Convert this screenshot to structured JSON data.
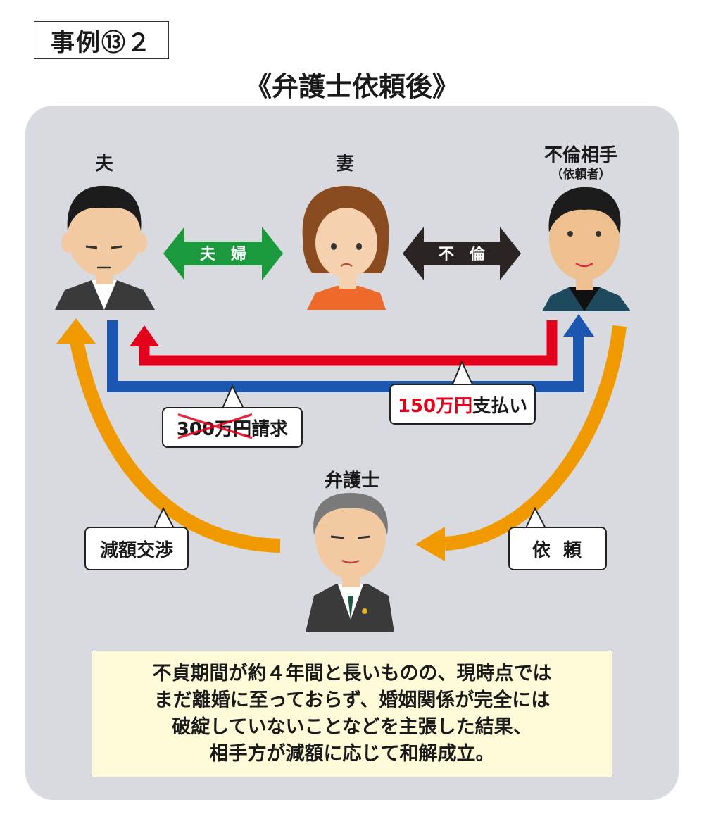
{
  "case_label": "事例⑬２",
  "title": "《弁護士依頼後》",
  "people": {
    "husband": "夫",
    "wife": "妻",
    "partner": "不倫相手",
    "partner_note": "（依頼者）",
    "lawyer": "弁護士"
  },
  "relations": {
    "couple": "夫　婦",
    "affair": "不　倫"
  },
  "callouts": {
    "claim_amount": "300万円",
    "claim_suffix": "請求",
    "paid_amount": "150万円",
    "paid_suffix": "支払い",
    "reduction": "減額交渉",
    "request": "依頼"
  },
  "summary": [
    "不貞期間が約４年間と長いものの、現時点では",
    "まだ離婚に至っておらず、婚姻関係が完全には",
    "破綻していないことなどを主張した結果、",
    "相手方が減額に応じて和解成立。"
  ],
  "colors": {
    "panel": "#d8dae0",
    "couple_arrow": "#1a9a3c",
    "affair_arrow": "#2a2523",
    "claim_line": "#e3001b",
    "payment_line": "#1b57b0",
    "lawyer_line": "#f09a00",
    "summary_bg": "#fffbd9"
  }
}
